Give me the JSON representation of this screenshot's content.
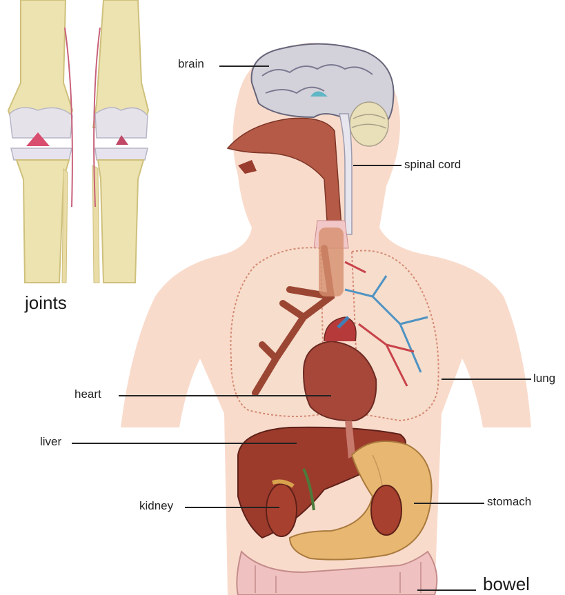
{
  "labels": {
    "joints": "joints",
    "brain": "brain",
    "spinal_cord": "spinal cord",
    "heart": "heart",
    "lung": "lung",
    "liver": "liver",
    "kidney": "kidney",
    "stomach": "stomach",
    "bowel": "bowel"
  },
  "colors": {
    "body_skin": "#f7d6c6",
    "bone": "#efe6b4",
    "brain": "#cfcfd6",
    "heart": "#a6473a",
    "liver": "#9c3b2c",
    "lung": "#f4dccc",
    "stomach": "#e8b873",
    "bowel": "#efc1c0",
    "trachea": "#b7574a",
    "cartilage": "#d94d6e"
  }
}
